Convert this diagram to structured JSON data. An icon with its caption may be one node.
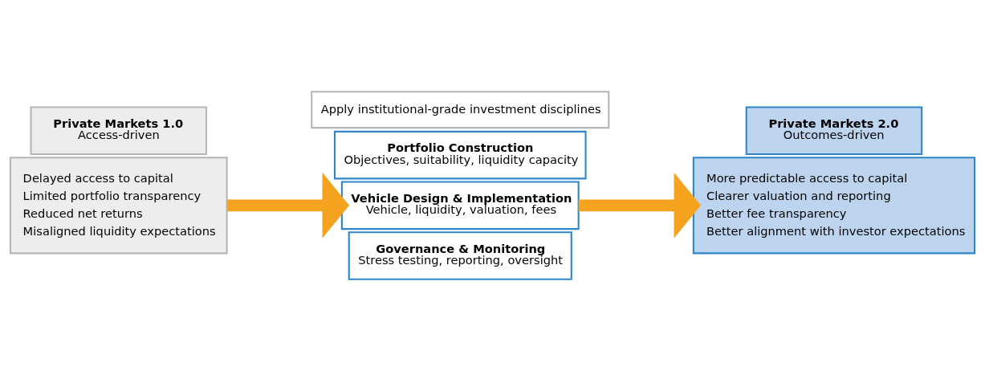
{
  "diagram": {
    "nodes": [
      {
        "text": [
          "Private Markets 1.0",
          "Access-driven"
        ]
      },
      {
        "text": [
          "Delayed access to capital",
          "Limited portfolio transparency",
          "Reduced net returns",
          "Misaligned liquidity expectations"
        ]
      },
      {
        "text": [
          "Apply institutional-grade investment disciplines"
        ]
      },
      {
        "text": [
          "Portfolio Construction",
          "Objectives, suitability, liquidity capacity"
        ]
      },
      {
        "text": [
          "Vehicle Design & Implementation",
          "Vehicle, liquidity, valuation, fees"
        ]
      },
      {
        "text": [
          "Governance & Monitoring",
          "Stress testing, reporting, oversight"
        ]
      },
      {
        "text": [
          "Private Markets 2.0",
          "Outcomes-driven"
        ]
      },
      {
        "text": [
          "More predictable access to capital",
          "Clearer valuation and reporting",
          "Better fee transparency",
          "Better alignment with investor expectations"
        ]
      }
    ],
    "edges": [
      {
        "from": 1,
        "to": 4,
        "arrow": "to"
      },
      {
        "from": 4,
        "to": 7,
        "arrow": "to"
      }
    ]
  }
}
